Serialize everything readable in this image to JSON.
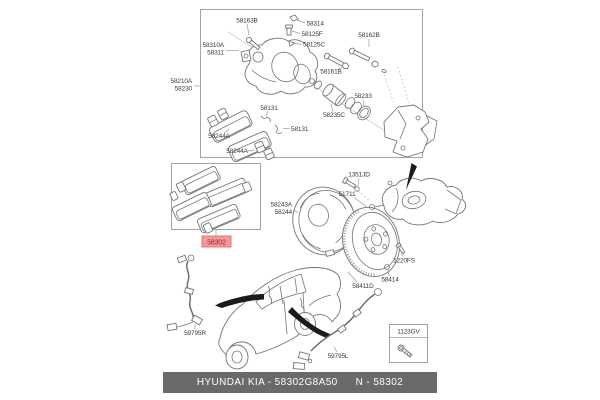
{
  "colors": {
    "highlight_bg": "#f59a9a",
    "highlight_border": "#e06e6e",
    "highlight_text": "#8f1f1f",
    "footer_bg": "#6a6a6a",
    "footer_text": "#ffffff",
    "line_gray": "#9a9a9a",
    "drawing_gray": "#72767b"
  },
  "footer": {
    "brand": "HYUNDAI  KIA - 58302G8A50",
    "ref": "N - 58302"
  },
  "parts": {
    "caliper_bolt": "58163B",
    "cap": "58314",
    "bleeder_screw": "58125F",
    "bleeder_cap": "58125C",
    "guide_rod": "58162B",
    "guide_bolt": "58161B",
    "caliper_assy_1": "58310A",
    "caliper_assy_2": "58311",
    "brake_assy_1": "58210A",
    "brake_assy_2": "58230",
    "boot_ring": "58233",
    "piston": "58235C",
    "pad_spring_1": "58131",
    "pad_spring_2": "58131",
    "pad_clip_1": "58244A",
    "pad_clip_2": "58244A",
    "pad_kit": "58302",
    "pin_bolt": "1351JD",
    "guide_pin": "51711",
    "splash_shield_1": "58243A",
    "splash_shield_2": "58244",
    "disc_screw": "1220FS",
    "disc_washer": "58414",
    "disc": "58411D",
    "hose_right": "59795R",
    "hose_left": "59795L",
    "inset_bolt": "1123GV"
  }
}
